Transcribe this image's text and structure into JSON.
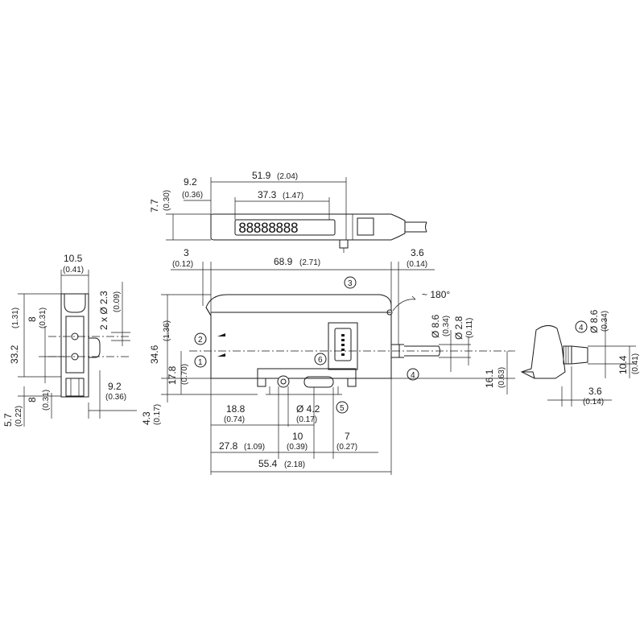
{
  "dimensions": {
    "top_overall": {
      "value": "51.9",
      "inch": "(2.04)"
    },
    "top_display": {
      "value": "37.3",
      "inch": "(1.47)"
    },
    "top_offset": {
      "value": "9.2",
      "inch": "(0.36)"
    },
    "top_height": {
      "value": "7.7",
      "inch": "(0.30)"
    },
    "front_left": {
      "value": "3",
      "inch": "(0.12)"
    },
    "front_overall": {
      "value": "68.9",
      "inch": "(2.71)"
    },
    "front_right": {
      "value": "3.6",
      "inch": "(0.14)"
    },
    "rotation": {
      "value": "~ 180°"
    },
    "cable_dia1": {
      "value": "Ø 8.6",
      "inch": "(0.34)"
    },
    "cable_dia2": {
      "value": "Ø 2.8",
      "inch": "(0.11)"
    },
    "height_total": {
      "value": "34.6",
      "inch": "(1.36)"
    },
    "height_axis": {
      "value": "17.8",
      "inch": "(0.70)"
    },
    "height_bottom": {
      "value": "4.3",
      "inch": "(0.17)"
    },
    "cable_height": {
      "value": "16.1",
      "inch": "(0.63)"
    },
    "bottom_18_8": {
      "value": "18.8",
      "inch": "(0.74)"
    },
    "bottom_hole": {
      "value": "Ø 4.2",
      "inch": "(0.17)"
    },
    "bottom_27_8": {
      "value": "27.8",
      "inch": "(1.09)"
    },
    "bottom_10": {
      "value": "10",
      "inch": "(0.39)"
    },
    "bottom_7": {
      "value": "7",
      "inch": "(0.27)"
    },
    "bottom_overall": {
      "value": "55.4",
      "inch": "(2.18)"
    },
    "side_width": {
      "value": "10.5",
      "inch": "(0.41)"
    },
    "side_holes": {
      "value": "2 x Ø 2.3",
      "inch": "(0.09)"
    },
    "side_height": {
      "value": "33.2",
      "inch": "(1.31)"
    },
    "side_8_top": {
      "value": "8",
      "inch": "(0.31)"
    },
    "side_8_bottom": {
      "value": "8",
      "inch": "(0.31)"
    },
    "side_9_2": {
      "value": "9.2",
      "inch": "(0.36)"
    },
    "side_5_7": {
      "value": "5.7",
      "inch": "(0.22)"
    },
    "plug_dia": {
      "value": "Ø 8.6",
      "inch": "(0.34)"
    },
    "plug_height": {
      "value": "10.4",
      "inch": "(0.41)"
    },
    "plug_width": {
      "value": "3.6",
      "inch": "(0.14)"
    }
  },
  "callouts": {
    "c1": "1",
    "c2": "2",
    "c3": "3",
    "c4": "4",
    "c5": "5",
    "c6": "6",
    "c4b": "4"
  }
}
